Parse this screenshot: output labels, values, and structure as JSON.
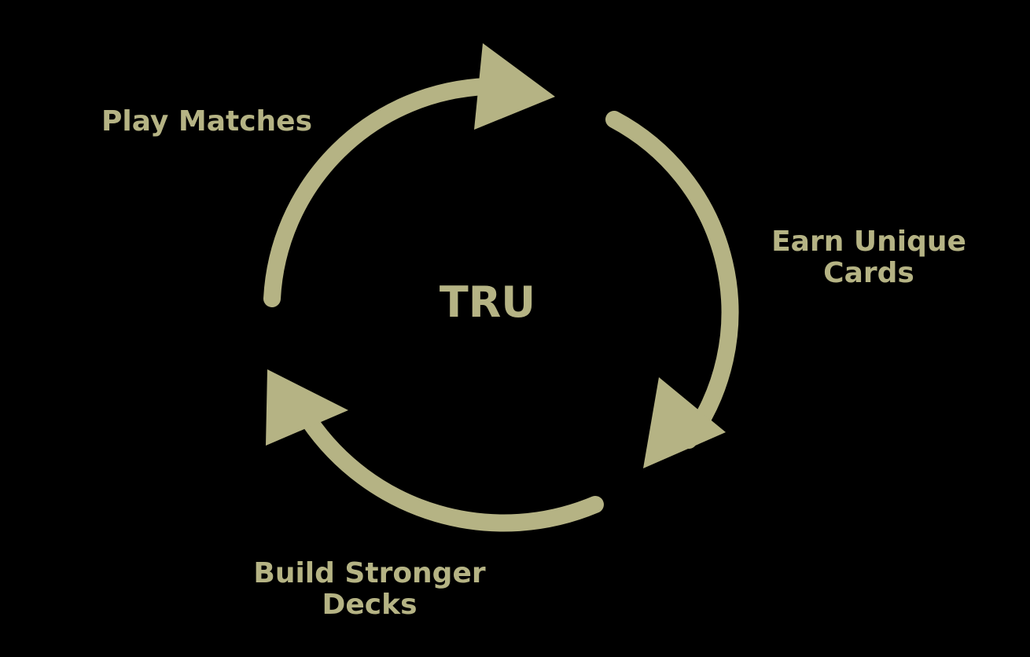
{
  "colors": {
    "background": "#000000",
    "accent": "#b5b384"
  },
  "diagram": {
    "type": "cycle",
    "center": "TRU",
    "steps": [
      {
        "id": "play",
        "label": "Play Matches",
        "icon": "arrow-right"
      },
      {
        "id": "earn",
        "label_line1": "Earn Unique",
        "label_line2": "Cards",
        "icon": "arrow-down"
      },
      {
        "id": "build",
        "label_line1": "Build Stronger",
        "label_line2": "Decks",
        "icon": "arrow-up-left"
      }
    ]
  }
}
